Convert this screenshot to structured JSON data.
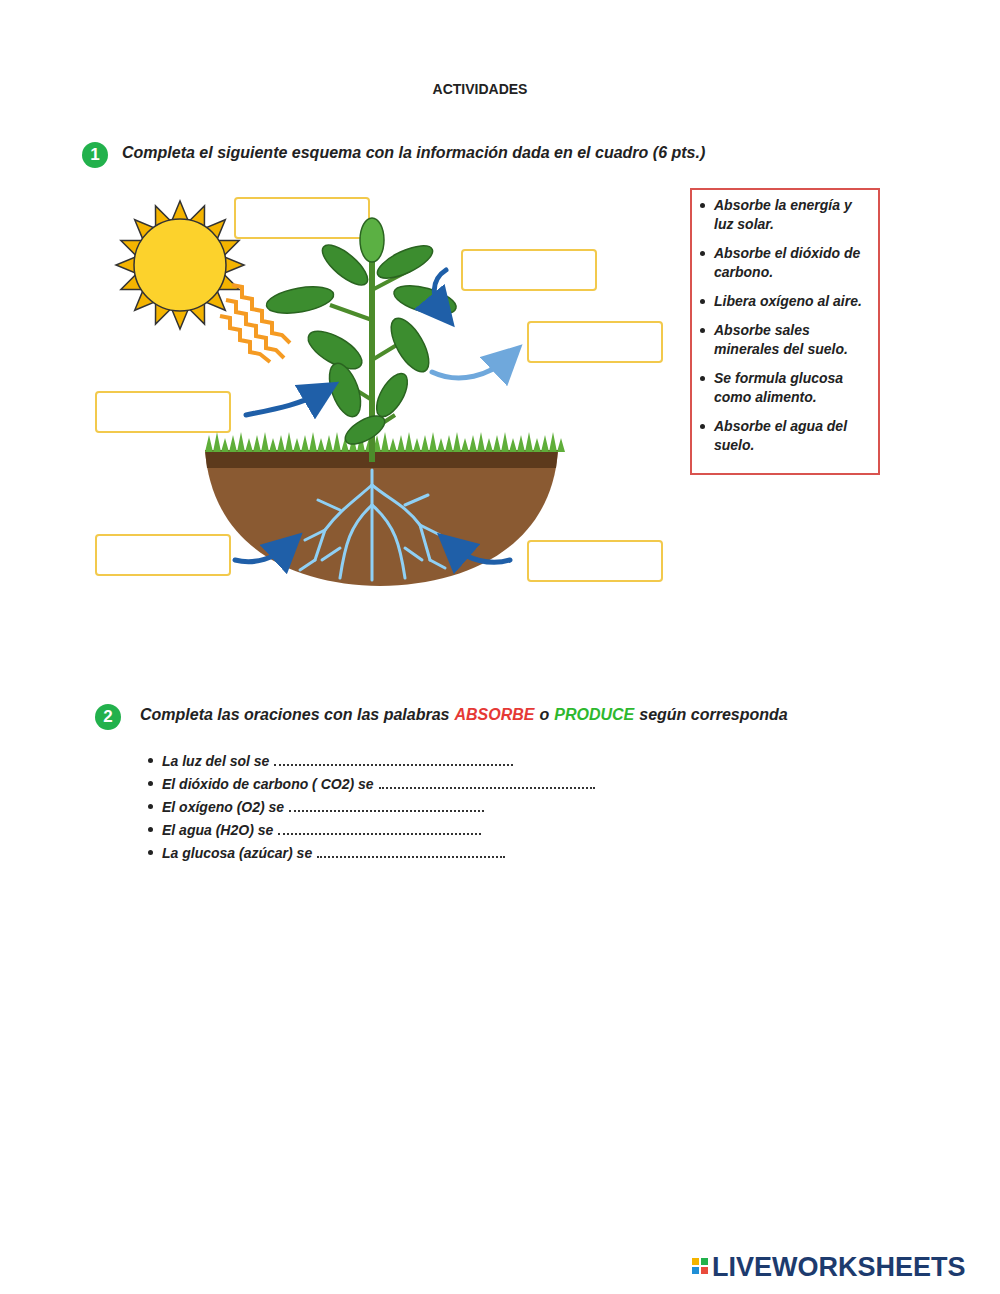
{
  "diagram": {
    "title": "ACTIVIDADES",
    "nodes": [
      {
        "text": [
          "Absorbe la energía y luz solar.",
          "Absorbe el dióxido de carbono.",
          "Libera oxígeno al aire.",
          "Absorbe sales minerales del suelo.",
          "Se formula glucosa como alimento.",
          "Absorbe el agua del suelo."
        ]
      }
    ],
    "labels": [
      "1",
      "Completa el siguiente esquema con la información dada en el cuadro (6 pts.)",
      "2",
      "Completa las oraciones con las palabras",
      "ABSORBE",
      "o",
      "PRODUCE",
      "según corresponda",
      "La luz del sol se",
      "El dióxido de carbono ( CO2) se",
      "El oxígeno (O2) se",
      "El agua (H2O) se",
      "La glucosa (azúcar) se",
      "LIVEWORKSHEETS"
    ]
  }
}
